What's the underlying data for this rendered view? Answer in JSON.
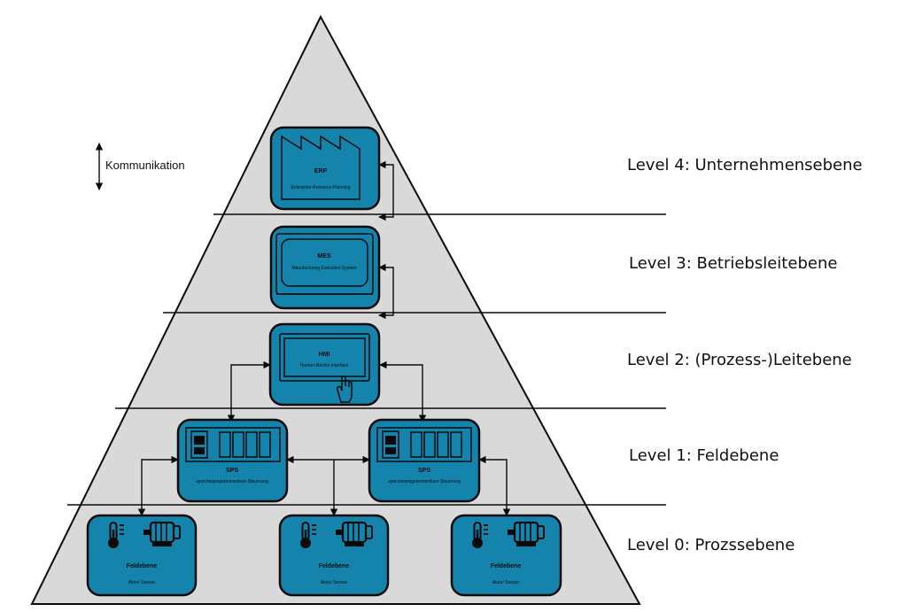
{
  "communication_label": "Kommunikation",
  "levels": [
    {
      "label": "Level 4: Unternehmensebene"
    },
    {
      "label": "Level 3: Betriebsleitebene"
    },
    {
      "label": "Level 2: (Prozess-)Leitebene"
    },
    {
      "label": "Level 1: Feldebene"
    },
    {
      "label": "Level 0: Prozssebene"
    }
  ],
  "boxes": {
    "erp": {
      "title": "ERP",
      "subtitle": "Enterprise-Resource-Planning"
    },
    "mes": {
      "title": "MES",
      "subtitle": "Manufacturing Execution System"
    },
    "hmi": {
      "title": "HMI",
      "subtitle": "Human Machin Interface"
    },
    "sps": [
      {
        "title": "SPS",
        "subtitle": "speicherprogrammierbare Steuerung"
      },
      {
        "title": "SPS",
        "subtitle": "speicherprogrammierbare Steuerung"
      }
    ],
    "field": [
      {
        "title": "Feldebene",
        "subtitle": "Aktor/ Sensor"
      },
      {
        "title": "Feldebene",
        "subtitle": "Aktor/ Sensor"
      },
      {
        "title": "Feldebene",
        "subtitle": "Aktor/ Sensor"
      }
    ]
  },
  "colors": {
    "box_fill": "#1484ac",
    "pyramid_fill": "#d9d9d9",
    "line": "#0a0a0a"
  }
}
